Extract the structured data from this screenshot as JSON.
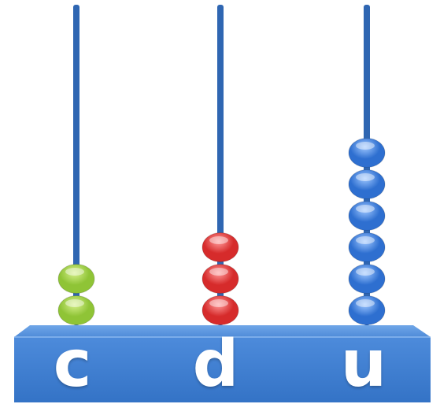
{
  "colors": {
    "rod": "#2f66b2",
    "base_top": "#5a95dc",
    "base_front": "#3f7fd0",
    "label": "#ffffff"
  },
  "rods": [
    {
      "label": "c",
      "beads": 2,
      "bead_color": "#8fc436",
      "bead_highlight": "#d6f08c"
    },
    {
      "label": "d",
      "beads": 3,
      "bead_color": "#d62b2b",
      "bead_highlight": "#ff9a9a"
    },
    {
      "label": "u",
      "beads": 6,
      "bead_color": "#2e6fd0",
      "bead_highlight": "#9ec7ff"
    }
  ]
}
